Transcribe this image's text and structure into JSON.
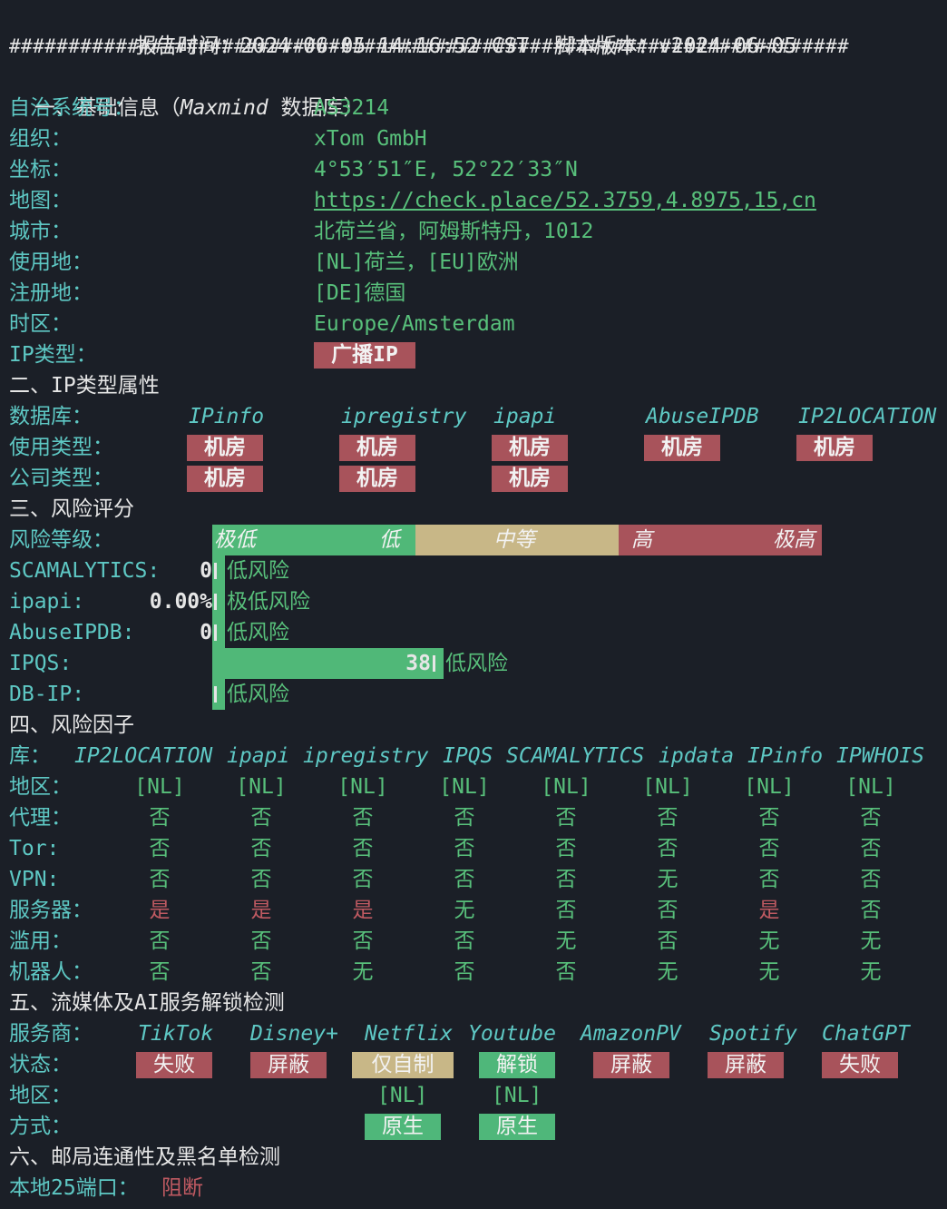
{
  "header": {
    "report_label": "报告时间：",
    "report_time": "2024-06-05 14:16:52 CST",
    "version_label": "脚本版本：",
    "version": "v2024-06-05",
    "rule": "#######################################################################"
  },
  "basic": {
    "title_prefix": "一、基础信息（",
    "title_src": "Maxmind",
    "title_suffix": " 数据库）",
    "fields": [
      {
        "label": "自治系统号：",
        "value": "AS3214"
      },
      {
        "label": "组织：",
        "value": "xTom GmbH"
      },
      {
        "label": "坐标：",
        "value": "4°53′51″E, 52°22′33″N"
      },
      {
        "label": "地图：",
        "value": "https://check.place/52.3759,4.8975,15,cn"
      },
      {
        "label": "城市：",
        "value": "北荷兰省，阿姆斯特丹，1012"
      },
      {
        "label": "使用地：",
        "value": "[NL]荷兰，[EU]欧洲"
      },
      {
        "label": "注册地：",
        "value": "[DE]德国"
      },
      {
        "label": "时区：",
        "value": "Europe/Amsterdam"
      }
    ],
    "ip_type_label": "IP类型：",
    "ip_type": "广播IP"
  },
  "iptype": {
    "title": "二、IP类型属性",
    "db_label": "数据库：",
    "dbs": [
      "IPinfo",
      "ipregistry",
      "ipapi",
      "AbuseIPDB",
      "IP2LOCATION"
    ],
    "usage_label": "使用类型：",
    "usage": [
      "机房",
      "机房",
      "机房",
      "机房",
      "机房"
    ],
    "company_label": "公司类型：",
    "company": [
      "机房",
      "机房",
      "机房"
    ]
  },
  "risk": {
    "title": "三、风险评分",
    "level_label": "风险等级：",
    "levels": [
      "极低",
      "低",
      "中等",
      "高",
      "极高"
    ],
    "colors": {
      "green": "#50b878",
      "yellow": "#c8b787",
      "red": "#a8535b"
    },
    "rows": [
      {
        "label": "SCAMALYTICS:",
        "score": "0",
        "text": "低风险",
        "fill": 0
      },
      {
        "label": "ipapi:",
        "score": "0.00%",
        "text": "极低风险",
        "fill": 0
      },
      {
        "label": "AbuseIPDB:",
        "score": "0",
        "text": "低风险",
        "fill": 0
      },
      {
        "label": "IPQS:",
        "score": "38",
        "text": "低风险",
        "fill": 38
      },
      {
        "label": "DB-IP:",
        "score": "",
        "text": "低风险",
        "fill": 0
      }
    ]
  },
  "factors": {
    "title": "四、风险因子",
    "lib_label": "库：",
    "libs": [
      "IP2LOCATION",
      "ipapi",
      "ipregistry",
      "IPQS",
      "SCAMALYTICS",
      "ipdata",
      "IPinfo",
      "IPWHOIS"
    ],
    "rows": [
      {
        "label": "地区：",
        "values": [
          "[NL]",
          "[NL]",
          "[NL]",
          "[NL]",
          "[NL]",
          "[NL]",
          "[NL]",
          "[NL]"
        ]
      },
      {
        "label": "代理：",
        "values": [
          "否",
          "否",
          "否",
          "否",
          "否",
          "否",
          "否",
          "否"
        ]
      },
      {
        "label": "Tor:",
        "values": [
          "否",
          "否",
          "否",
          "否",
          "否",
          "否",
          "否",
          "否"
        ]
      },
      {
        "label": "VPN:",
        "values": [
          "否",
          "否",
          "否",
          "否",
          "否",
          "无",
          "否",
          "否"
        ]
      },
      {
        "label": "服务器：",
        "values": [
          "是",
          "是",
          "是",
          "无",
          "否",
          "否",
          "是",
          "否"
        ]
      },
      {
        "label": "滥用：",
        "values": [
          "否",
          "否",
          "否",
          "否",
          "无",
          "否",
          "无",
          "无"
        ]
      },
      {
        "label": "机器人：",
        "values": [
          "否",
          "否",
          "无",
          "否",
          "否",
          "无",
          "无",
          "无"
        ]
      }
    ]
  },
  "streaming": {
    "title": "五、流媒体及AI服务解锁检测",
    "provider_label": "服务商：",
    "providers": [
      "TikTok",
      "Disney+",
      "Netflix",
      "Youtube",
      "AmazonPV",
      "Spotify",
      "ChatGPT"
    ],
    "status_label": "状态：",
    "status": [
      "失败",
      "屏蔽",
      "仅自制",
      "解锁",
      "屏蔽",
      "屏蔽",
      "失败"
    ],
    "region_label": "地区：",
    "regions": [
      "",
      "",
      "[NL]",
      "[NL]",
      "",
      "",
      ""
    ],
    "method_label": "方式：",
    "methods": [
      "",
      "",
      "原生",
      "原生",
      "",
      "",
      ""
    ]
  },
  "mail": {
    "title": "六、邮局连通性及黑名单检测",
    "port_label": "本地25端口：",
    "port_status": "阻断"
  }
}
